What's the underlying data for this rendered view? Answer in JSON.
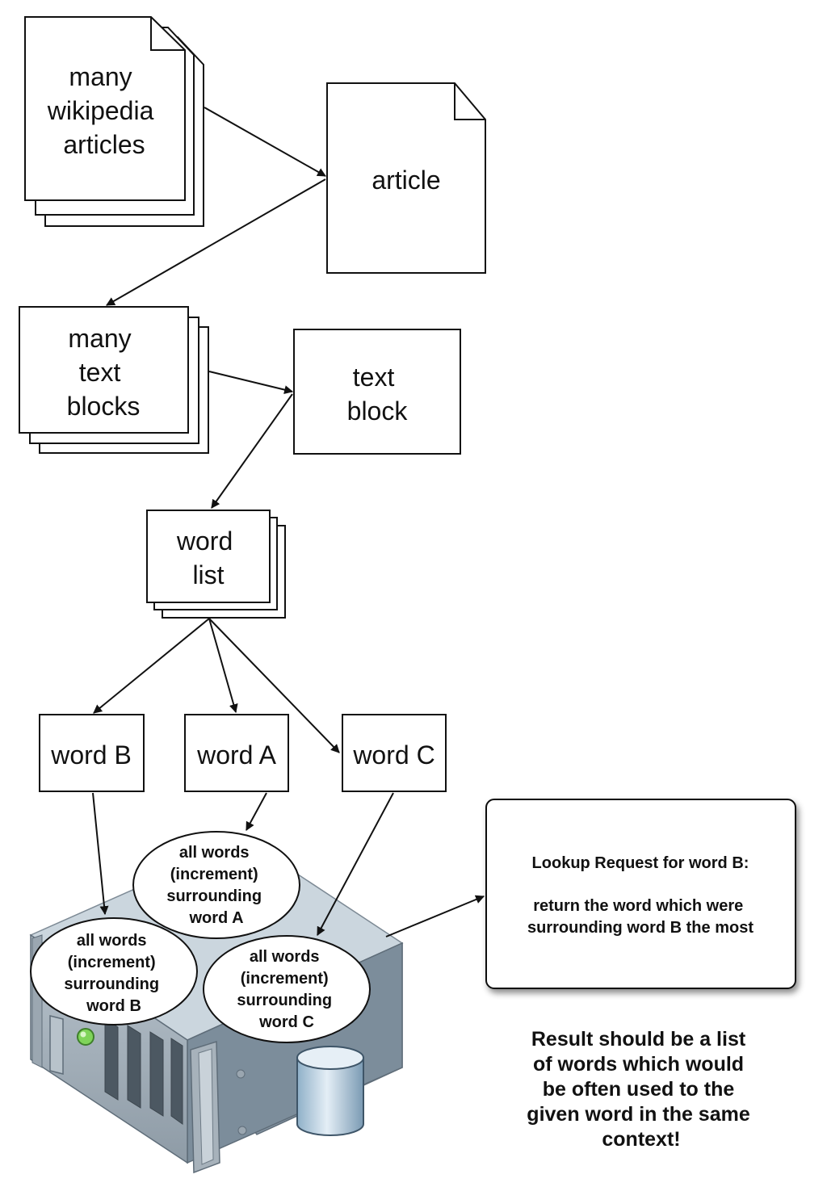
{
  "nodes": {
    "many_articles": [
      "many",
      "wikipedia",
      "articles"
    ],
    "article": [
      "article"
    ],
    "many_text_blocks": [
      "many",
      "text",
      "blocks"
    ],
    "text_block": [
      "text",
      "block"
    ],
    "word_list": [
      "word",
      "list"
    ],
    "word_b": "word B",
    "word_a": "word A",
    "word_c": "word C"
  },
  "counters": {
    "a": [
      "all words",
      "(increment)",
      "surrounding",
      "word A"
    ],
    "b": [
      "all words",
      "(increment)",
      "surrounding",
      "word B"
    ],
    "c": [
      "all words",
      "(increment)",
      "surrounding",
      "word C"
    ]
  },
  "lookup": {
    "title": "Lookup Request for word B:",
    "body": [
      "return the word which were",
      "surrounding word B the most"
    ]
  },
  "result": [
    "Result should be a list",
    "of words which would",
    "be often used to the",
    "given word in the same",
    "context!"
  ],
  "colors": {
    "server_top": "#cbd6de",
    "server_front": "#a9b5c0",
    "server_side": "#8595a3",
    "cylinder": "#c9dcea",
    "led": "#7fd45a"
  },
  "icons": [
    "document-stack-icon",
    "document-icon",
    "server-icon",
    "database-cylinder-icon",
    "led-indicator-icon"
  ]
}
